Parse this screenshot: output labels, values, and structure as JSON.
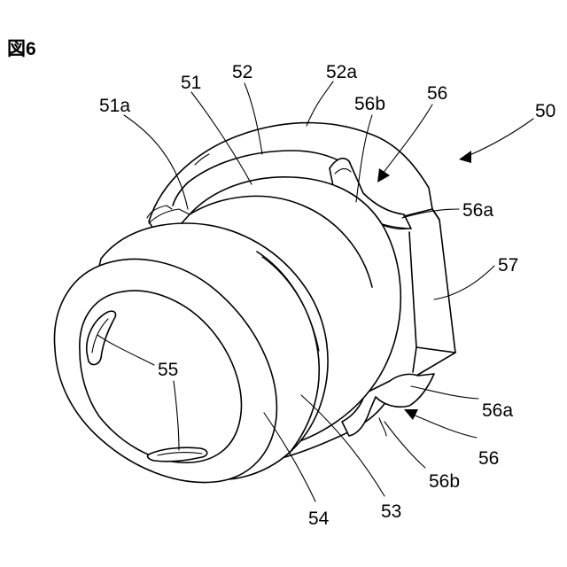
{
  "figure": {
    "title": "図6"
  },
  "labels": {
    "l50": "50",
    "l51": "51",
    "l51a": "51a",
    "l52": "52",
    "l52a": "52a",
    "l53": "53",
    "l54": "54",
    "l55": "55",
    "l56_top": "56",
    "l56b_top": "56b",
    "l56a_top": "56a",
    "l57": "57",
    "l56a_bottom": "56a",
    "l56_bottom": "56",
    "l56b_bottom": "56b"
  }
}
